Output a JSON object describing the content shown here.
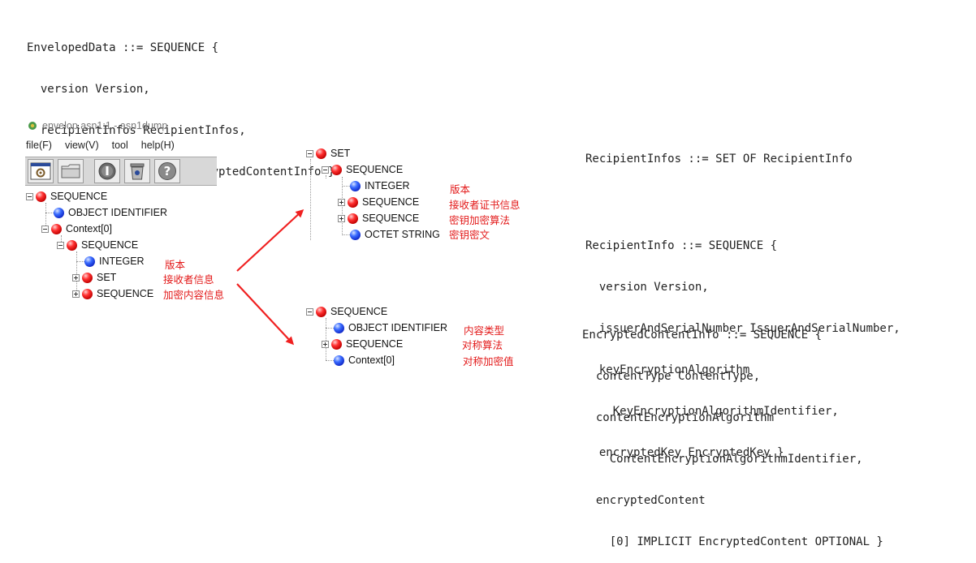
{
  "code_blocks": {
    "enveloped": [
      "EnvelopedData ::= SEQUENCE {",
      "  version Version,",
      "  recipientInfos RecipientInfos,",
      "  encryptedContentInfo EncryptedContentInfo }"
    ],
    "recipient": [
      "RecipientInfos ::= SET OF RecipientInfo",
      "",
      "RecipientInfo ::= SEQUENCE {",
      "  version Version,",
      "  issuerAndSerialNumber IssuerAndSerialNumber,",
      "  keyEncryptionAlgorithm",
      "    KeyEncryptionAlgorithmIdentifier,",
      "  encryptedKey EncryptedKey }"
    ],
    "encrypted": [
      "EncryptedContentInfo ::= SEQUENCE {",
      "  contentType ContentType,",
      "  contentEncryptionAlgorithm",
      "    ContentEncryptionAlgorithmIdentifier,",
      "  encryptedContent",
      "    [0] IMPLICIT EncryptedContent OPTIONAL }"
    ]
  },
  "window": {
    "title": "envelop.asn1:1 - asn1dump",
    "menu": [
      "file(F)",
      "view(V)",
      "tool",
      "help(H)"
    ],
    "toolbar": [
      "settings-button",
      "open-folder-button",
      "power-button",
      "trash-button",
      "help-button"
    ]
  },
  "main_tree": {
    "root": "SEQUENCE",
    "oid": "OBJECT IDENTIFIER",
    "context": "Context[0]",
    "seq": "SEQUENCE",
    "integer": "INTEGER",
    "set": "SET",
    "seq2": "SEQUENCE"
  },
  "main_ann": {
    "version": "版本",
    "recipients": "接收者信息",
    "content": "加密内容信息"
  },
  "set_tree": {
    "set": "SET",
    "seq": "SEQUENCE",
    "integer": "INTEGER",
    "seq_a": "SEQUENCE",
    "seq_b": "SEQUENCE",
    "octet": "OCTET STRING"
  },
  "set_ann": {
    "version": "版本",
    "cert": "接收者证书信息",
    "alg": "密钥加密算法",
    "cipher": "密钥密文"
  },
  "content_tree": {
    "seq": "SEQUENCE",
    "oid": "OBJECT IDENTIFIER",
    "seq2": "SEQUENCE",
    "ctx": "Context[0]"
  },
  "content_ann": {
    "type": "内容类型",
    "alg": "对称算法",
    "value": "对称加密值"
  },
  "colors": {
    "arrow": "#f02020",
    "annotation": "#e31b1b",
    "node_red": "#d00000",
    "node_blue": "#1a3ae0"
  }
}
